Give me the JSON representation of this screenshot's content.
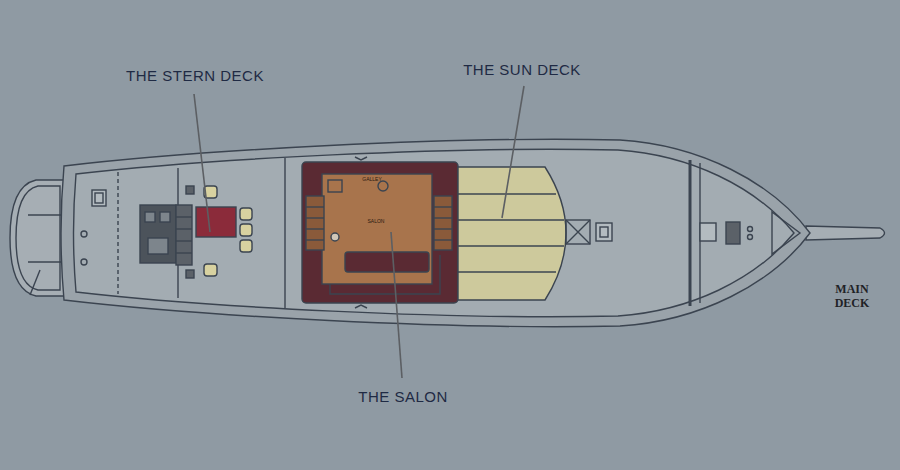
{
  "diagram": {
    "labels": [
      "THE STERN DECK",
      "THE SUN DECK",
      "THE SALON",
      "MAIN DECK",
      "GALLEY",
      "SALON"
    ]
  }
}
